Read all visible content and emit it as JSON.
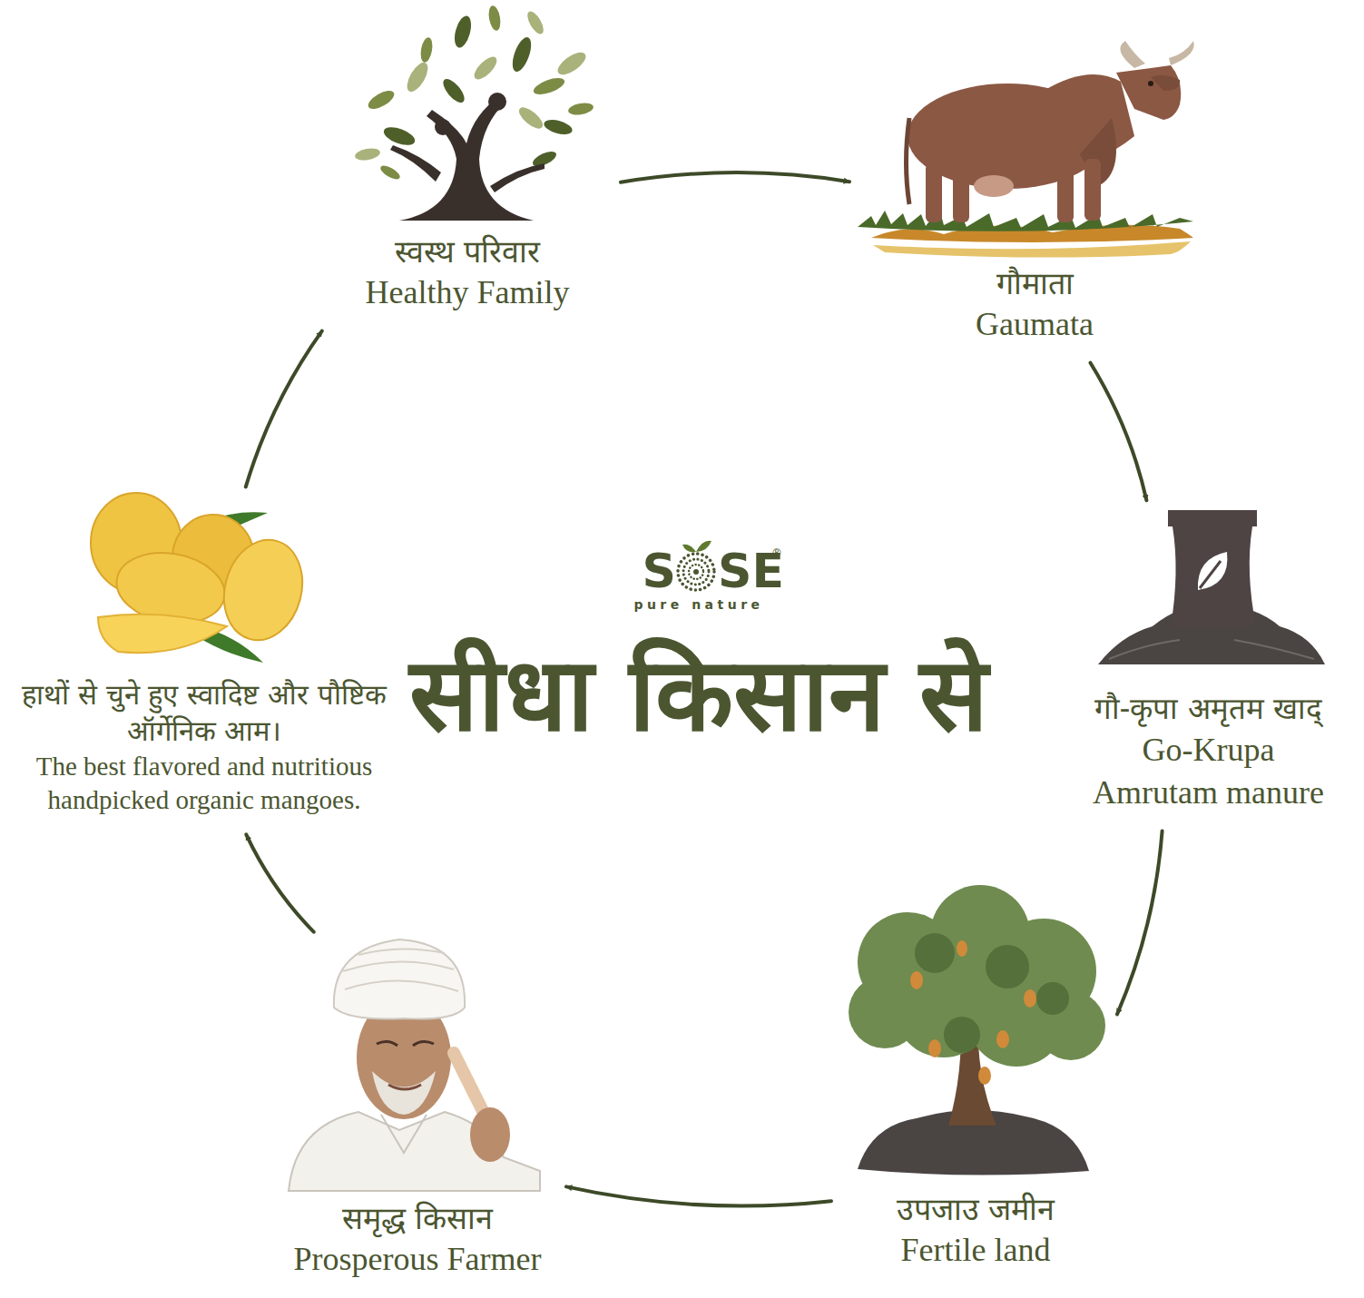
{
  "diagram": {
    "title": "सीधा किसान से",
    "nodes": [
      {
        "text": [
          "स्वस्थ परिवार",
          "Healthy Family"
        ]
      },
      {
        "text": [
          "गौमाता",
          "Gaumata"
        ]
      },
      {
        "text": [
          "गौ-कृपा अमृतम खाद्",
          "Go-Krupa Amrutam manure"
        ]
      },
      {
        "text": [
          "उपजाउ जमीन",
          "Fertile land"
        ]
      },
      {
        "text": [
          "समृद्ध किसान",
          "Prosperous Farmer"
        ]
      },
      {
        "text": [
          "हाथों से चुने हुए स्वादिष्ट और पौष्टिक ऑर्गेनिक आम।",
          "The best flavored and nutritious handpicked organic mangoes."
        ]
      }
    ],
    "edges": [
      {
        "from": 0,
        "to": 1,
        "arrow": "to"
      },
      {
        "from": 1,
        "to": 2,
        "arrow": "to"
      },
      {
        "from": 2,
        "to": 3,
        "arrow": "to"
      },
      {
        "from": 3,
        "to": 4,
        "arrow": "to"
      },
      {
        "from": 4,
        "to": 5,
        "arrow": "to"
      },
      {
        "from": 5,
        "to": 0,
        "arrow": "to"
      }
    ],
    "labels": [
      "S",
      "SE",
      "®",
      "pure nature"
    ]
  }
}
